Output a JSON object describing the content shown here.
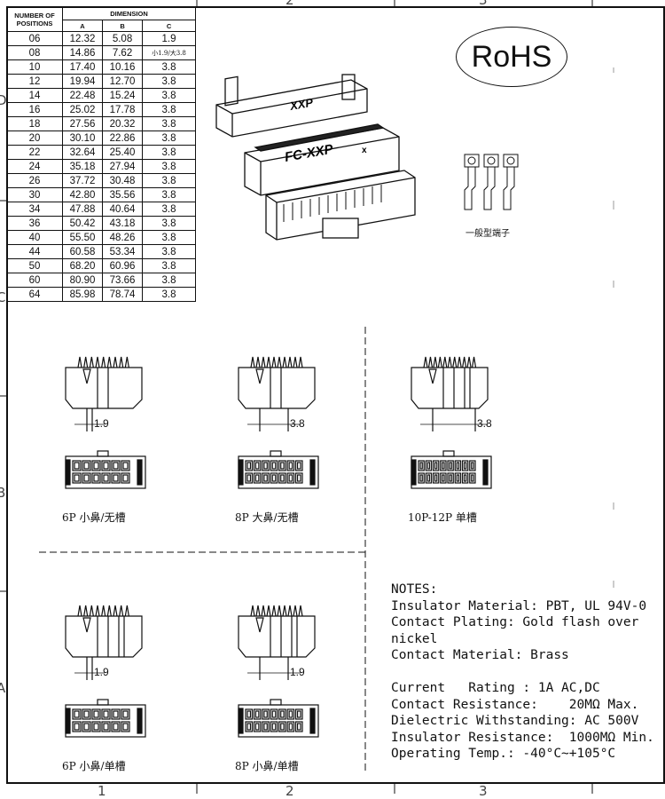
{
  "table": {
    "header_positions": "NUMBER OF POSITIONS",
    "header_dimension": "DIMENSION",
    "col_a": "A",
    "col_b": "B",
    "col_c": "C",
    "rows": [
      [
        "06",
        "12.32",
        "5.08",
        "1.9"
      ],
      [
        "08",
        "14.86",
        "7.62",
        "小1.9/大3.8"
      ],
      [
        "10",
        "17.40",
        "10.16",
        "3.8"
      ],
      [
        "12",
        "19.94",
        "12.70",
        "3.8"
      ],
      [
        "14",
        "22.48",
        "15.24",
        "3.8"
      ],
      [
        "16",
        "25.02",
        "17.78",
        "3.8"
      ],
      [
        "18",
        "27.56",
        "20.32",
        "3.8"
      ],
      [
        "20",
        "30.10",
        "22.86",
        "3.8"
      ],
      [
        "22",
        "32.64",
        "25.40",
        "3.8"
      ],
      [
        "24",
        "35.18",
        "27.94",
        "3.8"
      ],
      [
        "26",
        "37.72",
        "30.48",
        "3.8"
      ],
      [
        "30",
        "42.80",
        "35.56",
        "3.8"
      ],
      [
        "34",
        "47.88",
        "40.64",
        "3.8"
      ],
      [
        "36",
        "50.42",
        "43.18",
        "3.8"
      ],
      [
        "40",
        "55.50",
        "48.26",
        "3.8"
      ],
      [
        "44",
        "60.58",
        "53.34",
        "3.8"
      ],
      [
        "50",
        "68.20",
        "60.96",
        "3.8"
      ],
      [
        "60",
        "80.90",
        "73.66",
        "3.8"
      ],
      [
        "64",
        "85.98",
        "78.74",
        "3.8"
      ]
    ]
  },
  "rohs": "RoHS",
  "connector": {
    "top_label": "XXP",
    "body_label": "FC-XXP",
    "mark": "x"
  },
  "terminal_caption": "一般型端子",
  "zones": {
    "top_2": "2",
    "top_3": "3",
    "bottom_1": "1",
    "bottom_2": "2",
    "bottom_3": "3",
    "left_d": "D",
    "left_c": "C",
    "left_b": "B",
    "left_a": "A"
  },
  "views": [
    {
      "caption": "6P  小鼻/无槽",
      "dim": "1.9"
    },
    {
      "caption": "8P  大鼻/无槽",
      "dim": "3.8"
    },
    {
      "caption": "10P-12P  单槽",
      "dim": "3.8"
    },
    {
      "caption": "6P  小鼻/单槽",
      "dim": "1.9"
    },
    {
      "caption": "8P  小鼻/单槽",
      "dim": "1.9"
    }
  ],
  "notes": {
    "title": "NOTES:",
    "l1": "Insulator Material: PBT, UL 94V-0",
    "l2": "Contact Plating: Gold flash over",
    "l3": "nickel",
    "l4": "Contact Material: Brass",
    "l5": "Current   Rating : 1A AC,DC",
    "l6": "Contact Resistance:    20MΩ Max.",
    "l7": "Dielectric Withstanding: AC 500V",
    "l8": "Insulator Resistance:  1000MΩ Min.",
    "l9": "Operating Temp.: -40°C~+105°C"
  }
}
